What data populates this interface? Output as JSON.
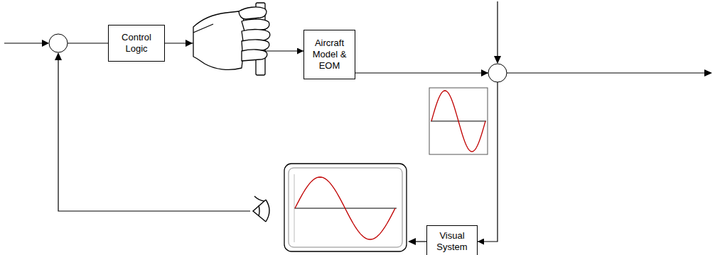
{
  "diagram": {
    "nodes": [
      {
        "text": [
          "Control Logic"
        ]
      },
      {
        "text": [
          "Aircraft Model & EOM"
        ]
      },
      {
        "text": [
          "Visual System"
        ]
      }
    ],
    "edges": [
      {
        "from": 0,
        "to": 1,
        "arrow": "to"
      },
      {
        "from": 1,
        "to": 2,
        "arrow": "to"
      }
    ]
  }
}
